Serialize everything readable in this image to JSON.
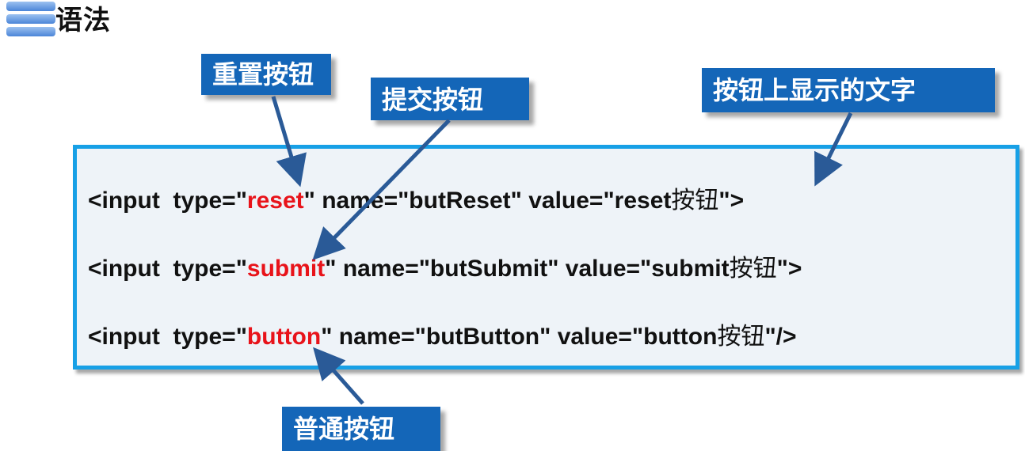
{
  "header": {
    "title": "语法"
  },
  "callouts": {
    "reset": "重置按钮",
    "submit": "提交按钮",
    "button_text": "按钮上显示的文字",
    "normal": "普通按钮"
  },
  "code_lines": [
    {
      "prefix": "<input  type=\"",
      "type": "reset",
      "middle": "\" name=\"butReset\" value=\"reset",
      "cn": "按钮",
      "suffix": "\">"
    },
    {
      "prefix": "<input  type=\"",
      "type": "submit",
      "middle": "\" name=\"butSubmit\" value=\"submit",
      "cn": "按钮",
      "suffix": "\">"
    },
    {
      "prefix": "<input  type=\"",
      "type": "button",
      "middle": "\" name=\"butButton\" value=\"button",
      "cn": "按钮",
      "suffix": "\"/>"
    }
  ],
  "colors": {
    "callout_bg": "#1466b8",
    "code_border": "#17a0e6",
    "code_bg": "#eef3f8",
    "type_highlight": "#e8131a",
    "arrow": "#2a5a97"
  },
  "icons": {
    "header": "stacked-bars-icon"
  }
}
